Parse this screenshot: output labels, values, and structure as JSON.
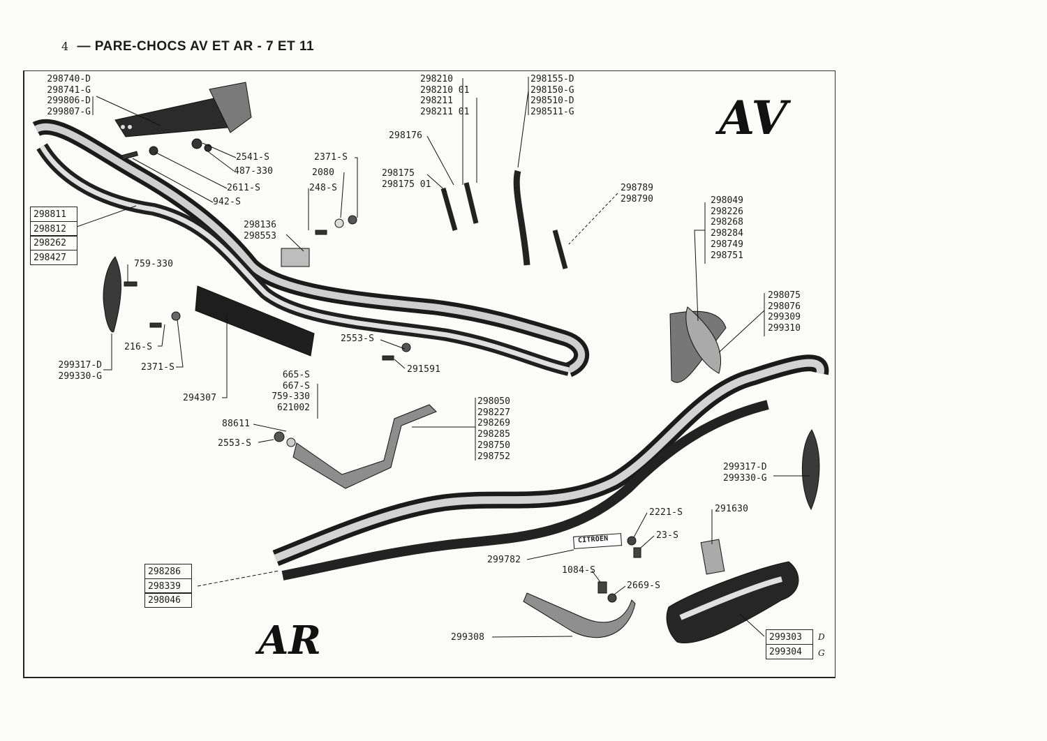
{
  "page": {
    "number": "4",
    "dash": "—",
    "title": "PARE-CHOCS AV ET AR - 7 ET 11"
  },
  "sections": {
    "front": "AV",
    "rear": "AR"
  },
  "badge": "CITROËN",
  "front": {
    "mount_bracket_refs": [
      "298740-D",
      "298741-G",
      "299806-D",
      "299807-G"
    ],
    "bumper_refs": [
      "298811",
      "298812",
      "298262",
      "298427"
    ],
    "screw_2541": "2541-S",
    "screw_487": "487-330",
    "washer_2611": "2611-S",
    "bolt_942": "942-S",
    "overrider_bolt": "759-330",
    "overrider_refs": [
      "299317-D",
      "299330-G"
    ],
    "bolt_216": "216-S",
    "nut_2371a": "2371-S",
    "rubber_strip": "294307",
    "nut_2553": "2553-S",
    "bolt_291591": "291591",
    "nut_2371b": "2371-S",
    "washer_2080": "2080",
    "bolt_248": "248-S",
    "plate_refs": [
      "298136",
      "298553"
    ],
    "stay_refs_a": [
      "298210",
      "298210 01",
      "298211",
      "298211 01"
    ],
    "stay_298176": "298176",
    "stay_refs_b": [
      "298175",
      "298175 01"
    ],
    "hook_refs": [
      "298155-D",
      "298150-G",
      "298510-D",
      "298511-G"
    ],
    "clip_refs": [
      "298789",
      "298790"
    ],
    "spring_refs": [
      "298049",
      "298226",
      "298268",
      "298284",
      "298749",
      "298751"
    ],
    "pad_refs": [
      "298075",
      "298076",
      "299309",
      "299310"
    ]
  },
  "rear": {
    "bolt_group": [
      "665-S",
      "667-S",
      "759-330",
      "621002"
    ],
    "washer_88611": "88611",
    "nut_2553": "2553-S",
    "bracket_refs": [
      "298050",
      "298227",
      "298269",
      "298285",
      "298750",
      "298752"
    ],
    "overrider_refs": [
      "299317-D",
      "299330-G"
    ],
    "bolt_2221": "2221-S",
    "washer_23": "23-S",
    "clip_291630": "291630",
    "badge_ref": "299782",
    "bolt_1084": "1084-S",
    "nut_2669": "2669-S",
    "strap_ref": "299308",
    "bumper_refs": [
      "298286",
      "298339",
      "298046"
    ],
    "corner_refs": [
      {
        "ref": "299303",
        "side": "D"
      },
      {
        "ref": "299304",
        "side": "G"
      }
    ]
  }
}
